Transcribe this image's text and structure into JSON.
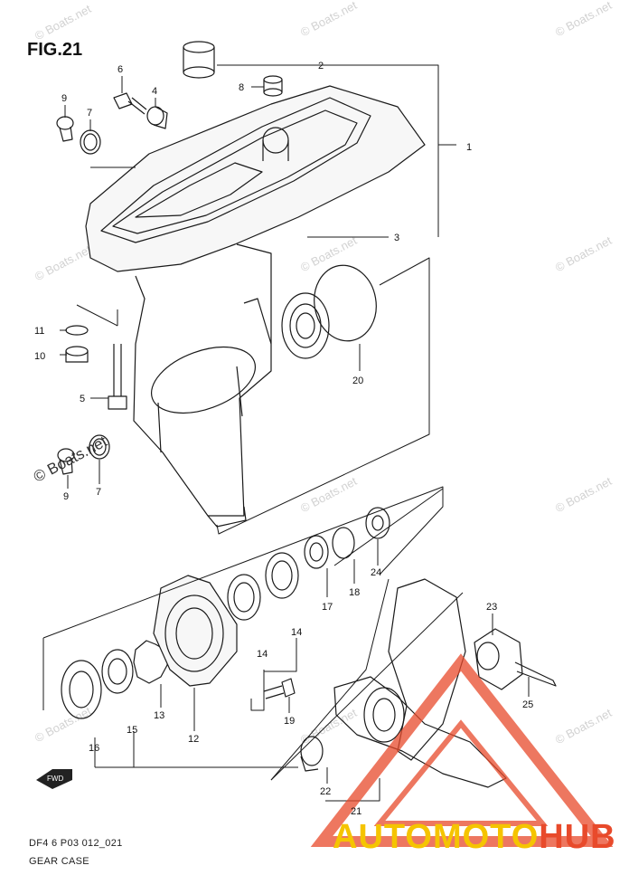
{
  "figure": {
    "title": "FIG.21"
  },
  "footer": {
    "code": "DF4 6 P03 012_021",
    "caption": "GEAR CASE"
  },
  "brand": {
    "part_a": "AUTOMOTO",
    "part_b": "HUB",
    "color_a": "#f5c400",
    "color_b": "#e84a2b"
  },
  "watermark": {
    "text": "© Boats.net",
    "copyright": "© Boats.net"
  },
  "callouts": {
    "c1": "1",
    "c2": "2",
    "c3": "3",
    "c4": "4",
    "c5": "5",
    "c6": "6",
    "c7a": "7",
    "c7b": "7",
    "c8": "8",
    "c9a": "9",
    "c9b": "9",
    "c10": "10",
    "c11": "11",
    "c12": "12",
    "c13": "13",
    "c14a": "14",
    "c14b": "14",
    "c15": "15",
    "c16": "16",
    "c17": "17",
    "c18": "18",
    "c19": "19",
    "c20": "20",
    "c21": "21",
    "c22": "22",
    "c23": "23",
    "c24": "24",
    "c25": "25"
  },
  "icons": {
    "fwd_arrow": "fwd-arrow-icon",
    "brand_triangle": "triangle-logo-icon"
  }
}
